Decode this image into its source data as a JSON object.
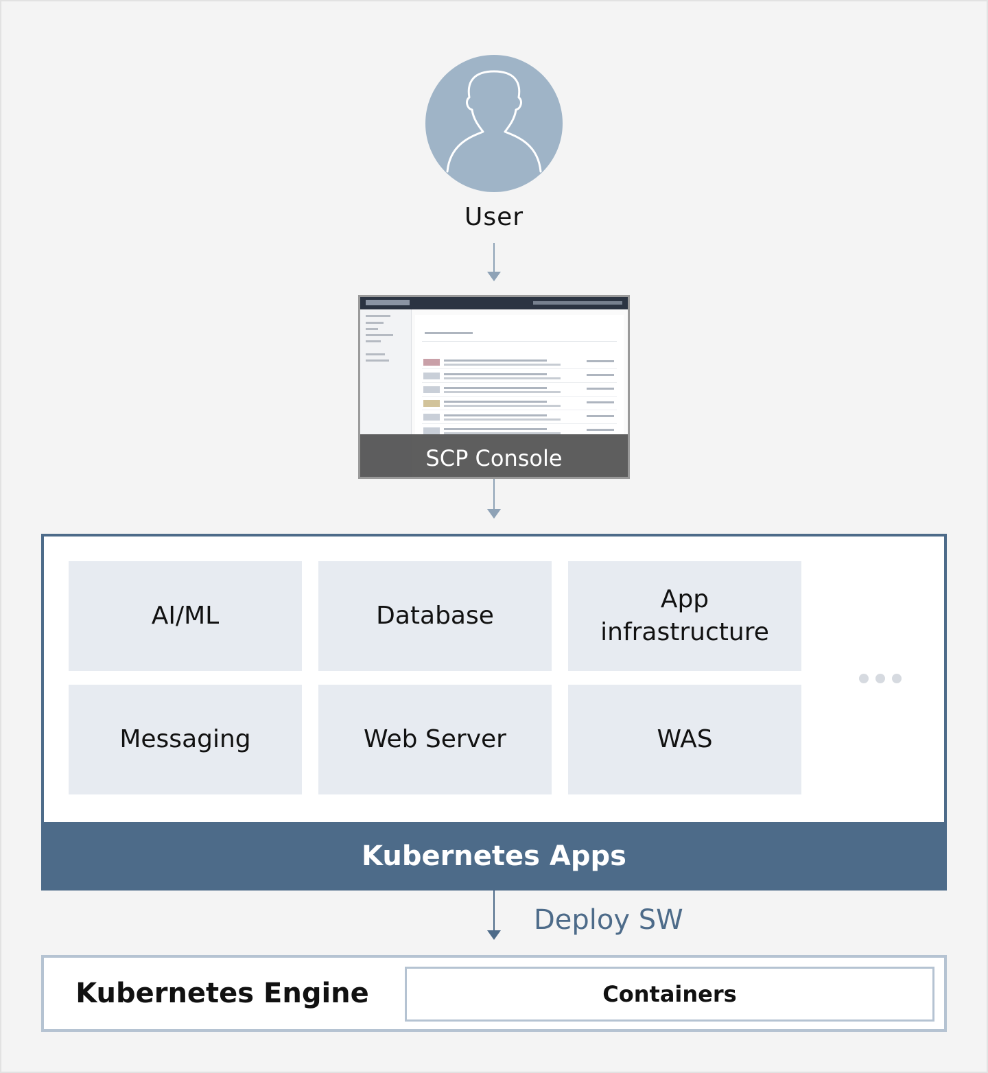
{
  "user": {
    "label": "User"
  },
  "console": {
    "label": "SCP Console"
  },
  "apps": {
    "tiles": [
      "AI/ML",
      "Database",
      "App\ninfrastructure",
      "Messaging",
      "Web Server",
      "WAS"
    ],
    "more": "...",
    "title": "Kubernetes Apps"
  },
  "deploy": {
    "label": "Deploy SW"
  },
  "engine": {
    "title": "Kubernetes Engine",
    "containers": "Containers"
  },
  "colors": {
    "primary": "#4d6b89",
    "avatar": "#9fb4c7",
    "tile": "#e7ebf1",
    "engine_border": "#b5c3d2",
    "background": "#f4f4f4"
  },
  "icons": [
    "user-silhouette-icon",
    "arrow-down-icon",
    "more-dots-icon"
  ]
}
